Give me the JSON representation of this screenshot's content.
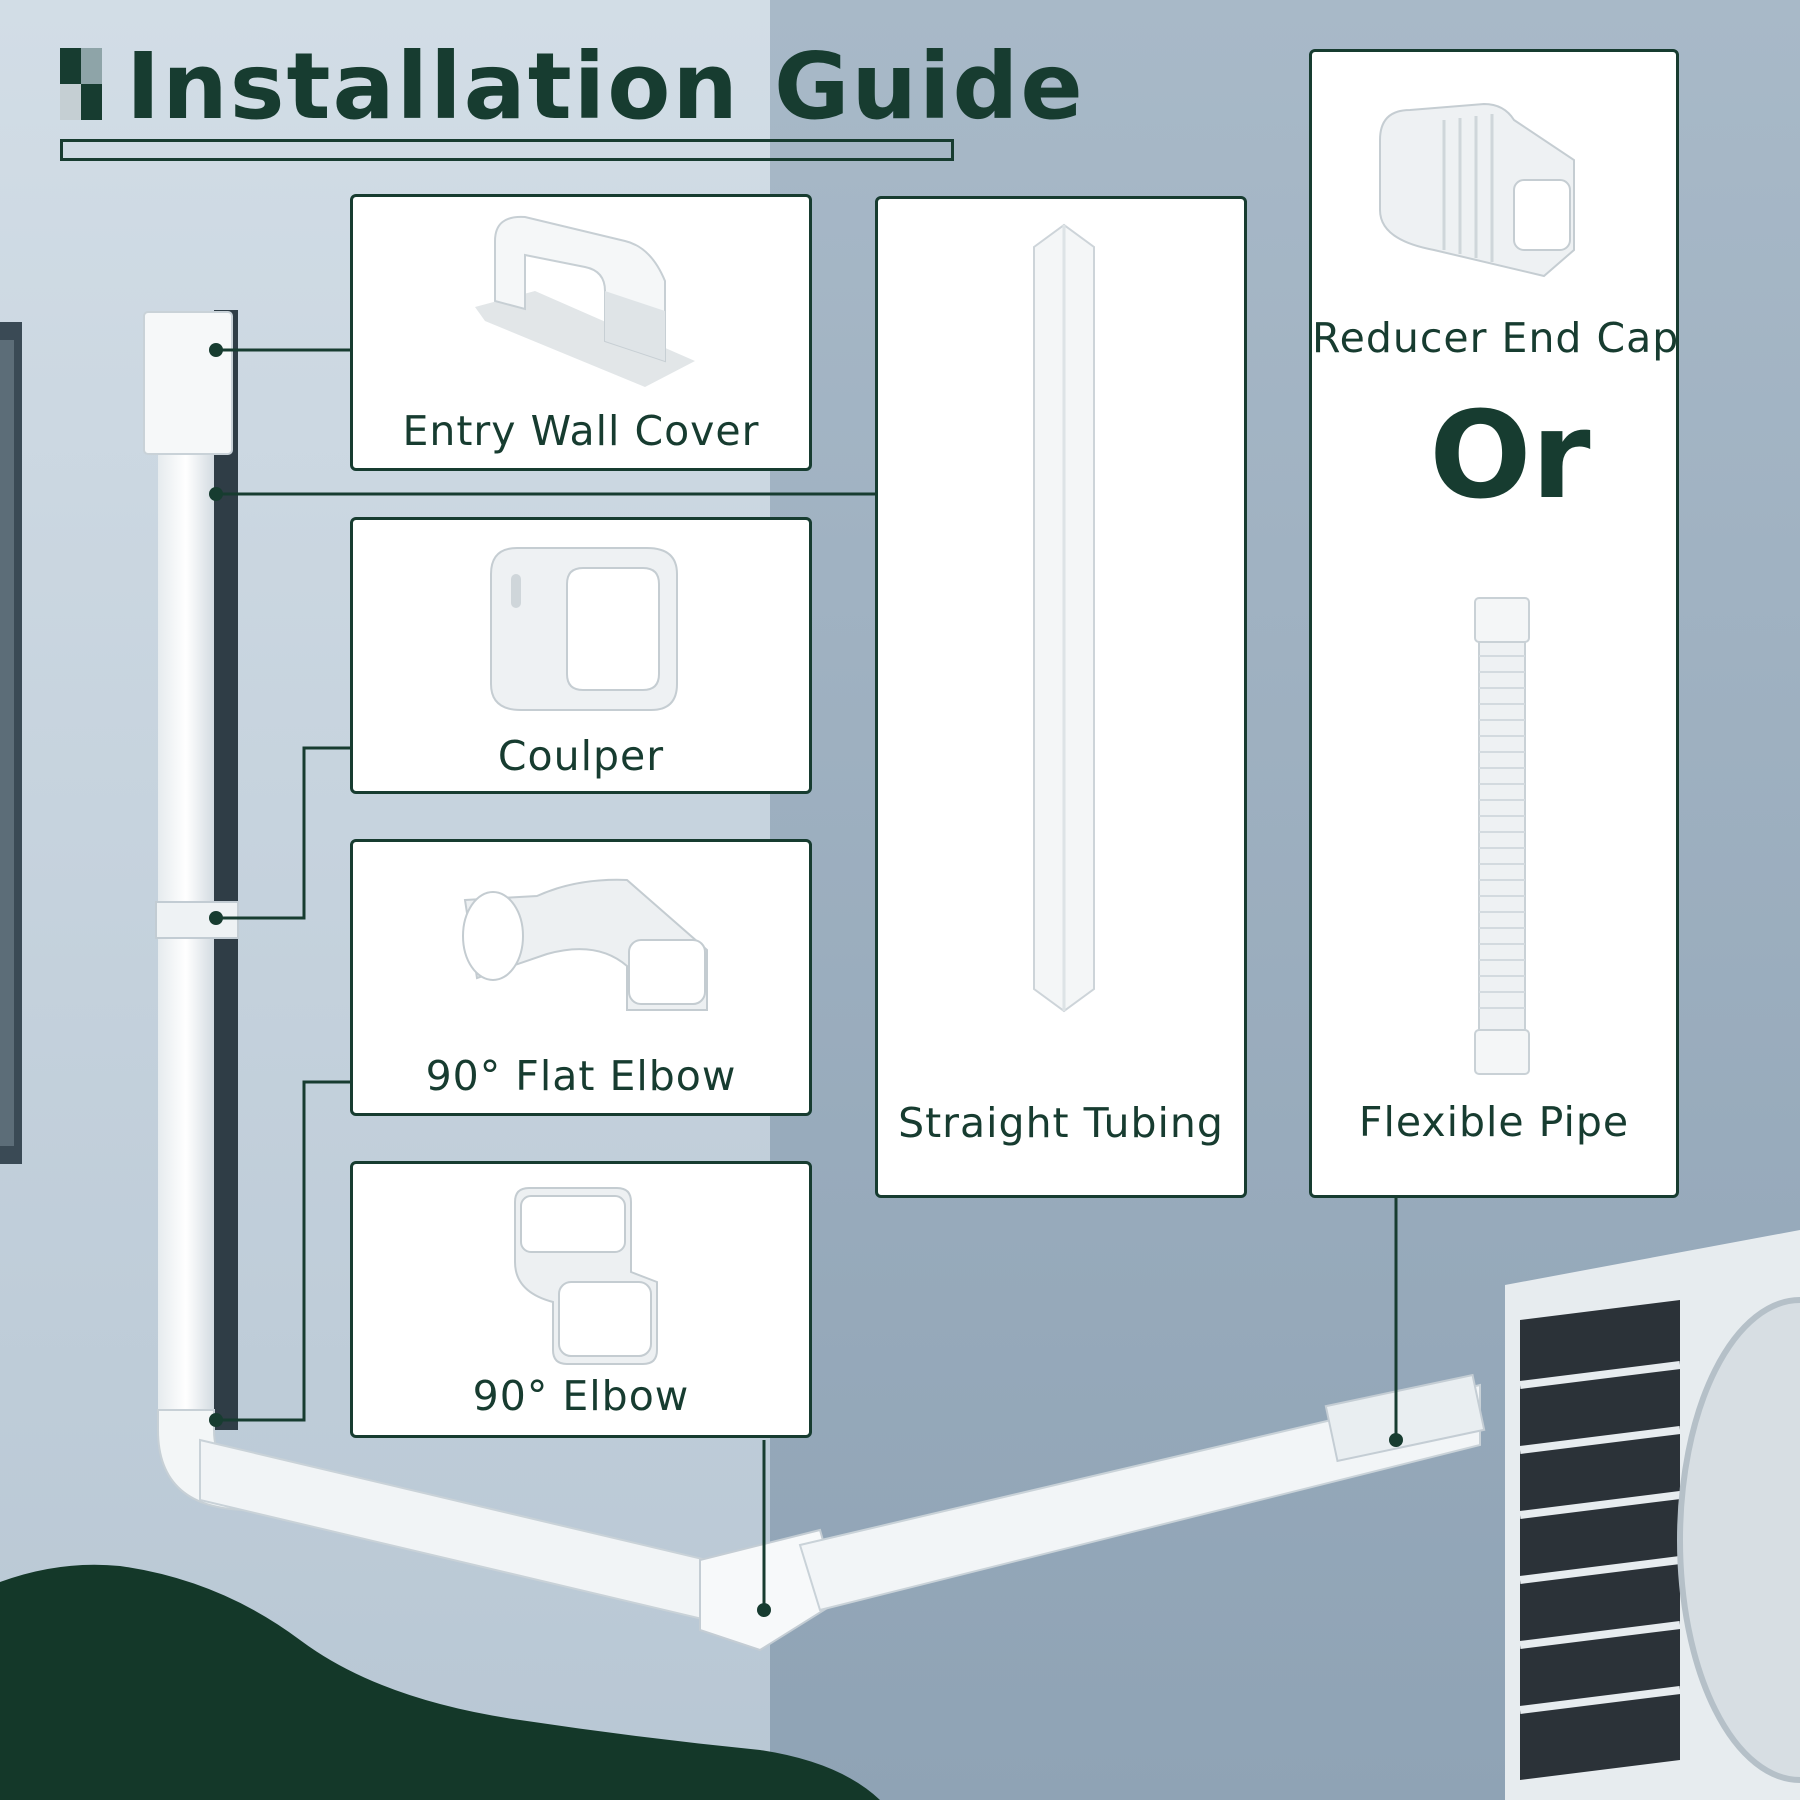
{
  "title": "Installation Guide",
  "divider_word": "Or",
  "parts": {
    "entry_wall_cover": "Entry Wall Cover",
    "coupler": "Coulper",
    "flat_elbow": "90° Flat Elbow",
    "elbow": "90° Elbow",
    "straight_tubing": "Straight Tubing",
    "reducer_end_cap": "Reducer End Cap",
    "flexible_pipe": "Flexible Pipe"
  },
  "colors": {
    "brand_green": "#173c30",
    "wall_light": "#c4d1dc",
    "wall_shade": "#a4b6c6",
    "part_white": "#f3f5f6"
  }
}
